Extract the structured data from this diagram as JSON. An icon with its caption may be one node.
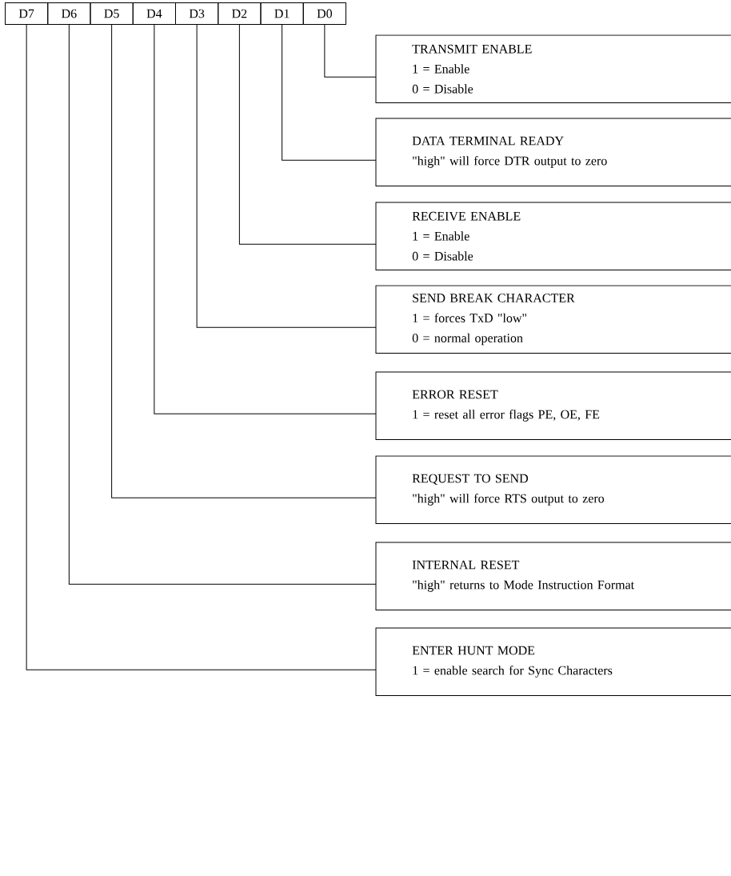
{
  "diagram": {
    "nodes": [
      {
        "text": [
          "D7"
        ]
      },
      {
        "text": [
          "D6"
        ]
      },
      {
        "text": [
          "D5"
        ]
      },
      {
        "text": [
          "D4"
        ]
      },
      {
        "text": [
          "D3"
        ]
      },
      {
        "text": [
          "D2"
        ]
      },
      {
        "text": [
          "D1"
        ]
      },
      {
        "text": [
          "D0"
        ]
      },
      {
        "text": [
          "TRANSMIT ENABLE",
          "1 = Enable",
          "0 = Disable"
        ]
      },
      {
        "text": [
          "DATA TERMINAL READY",
          "\"high\" will force DTR output to zero"
        ]
      },
      {
        "text": [
          "RECEIVE ENABLE",
          "1 = Enable",
          "0 = Disable"
        ]
      },
      {
        "text": [
          "SEND BREAK CHARACTER",
          "1 = forces TxD \"low\"",
          "0 = normal operation"
        ]
      },
      {
        "text": [
          "ERROR RESET",
          "1 = reset all error flags PE, OE, FE"
        ]
      },
      {
        "text": [
          "REQUEST TO SEND",
          "\"high\" will force RTS output to zero"
        ]
      },
      {
        "text": [
          "INTERNAL RESET",
          "\"high\" returns to Mode Instruction Format"
        ]
      },
      {
        "text": [
          "ENTER HUNT MODE",
          "1 = enable search for Sync Characters"
        ]
      }
    ],
    "edges": [
      {
        "from": 7,
        "to": 8,
        "arrow": "none"
      },
      {
        "from": 6,
        "to": 9,
        "arrow": "none"
      },
      {
        "from": 5,
        "to": 10,
        "arrow": "none"
      },
      {
        "from": 4,
        "to": 11,
        "arrow": "none"
      },
      {
        "from": 3,
        "to": 12,
        "arrow": "none"
      },
      {
        "from": 2,
        "to": 13,
        "arrow": "none"
      },
      {
        "from": 1,
        "to": 14,
        "arrow": "none"
      },
      {
        "from": 0,
        "to": 15,
        "arrow": "none"
      }
    ]
  }
}
